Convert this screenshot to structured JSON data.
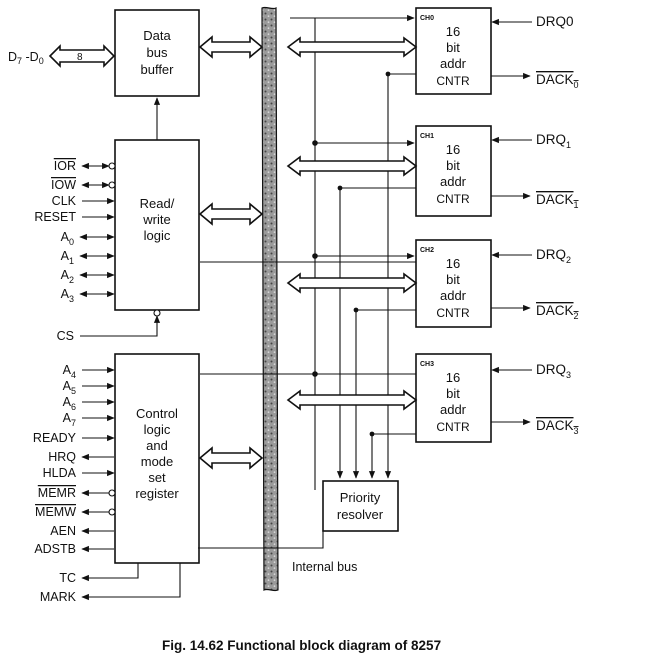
{
  "caption": "Fig. 14.62 Functional block diagram of 8257",
  "internal_bus_label": "Internal bus",
  "data_bus": {
    "label": "D7 -D0",
    "width": "8"
  },
  "data_bus_buffer": {
    "line1": "Data",
    "line2": "bus",
    "line3": "buffer"
  },
  "read_write_logic": {
    "line1": "Read/",
    "line2": "write",
    "line3": "logic"
  },
  "control_logic": {
    "line1": "Control",
    "line2": "logic",
    "line3": "and",
    "line4": "mode",
    "line5": "set",
    "line6": "register"
  },
  "priority_resolver": {
    "line1": "Priority",
    "line2": "resolver"
  },
  "rw_signals": [
    "IOR",
    "IOW",
    "CLK",
    "RESET",
    "A0",
    "A1",
    "A2",
    "A3"
  ],
  "cs_label": "CS",
  "control_signals": [
    "A4",
    "A5",
    "A6",
    "A7",
    "READY",
    "HRQ",
    "HLDA",
    "MEMR",
    "MEMW",
    "AEN",
    "ADSTB",
    "TC",
    "MARK"
  ],
  "channels": [
    {
      "tag": "CH0",
      "line1": "16",
      "line2": "bit",
      "line3": "addr",
      "line4": "CNTR",
      "drq": "DRQ0",
      "dack": "DACK0"
    },
    {
      "tag": "CH1",
      "line1": "16",
      "line2": "bit",
      "line3": "addr",
      "line4": "CNTR",
      "drq": "DRQ1",
      "dack": "DACK1"
    },
    {
      "tag": "CH2",
      "line1": "16",
      "line2": "bit",
      "line3": "addr",
      "line4": "CNTR",
      "drq": "DRQ2",
      "dack": "DACK2"
    },
    {
      "tag": "CH3",
      "line1": "16",
      "line2": "bit",
      "line3": "addr",
      "line4": "CNTR",
      "drq": "DRQ3",
      "dack": "DACK3"
    }
  ]
}
